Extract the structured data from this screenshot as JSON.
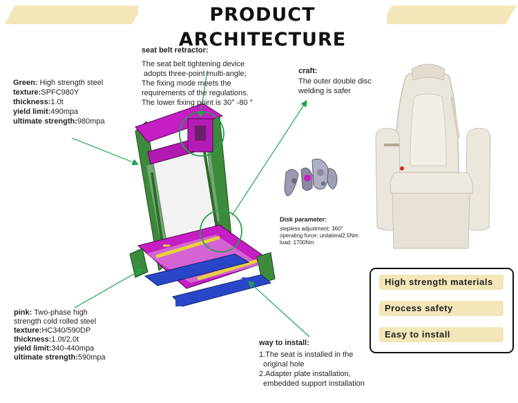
{
  "header": {
    "title": "PRODUCT ARCHITECTURE"
  },
  "retractor": {
    "title": "seat belt retractor:",
    "lines": [
      "The seat belt tightening device",
      " adopts three-point multi-angle;",
      "The fixing mode meets the",
      "requirements of the regulations.",
      "The lower fixing point is 30° -80 °"
    ]
  },
  "green": {
    "label": "Green:",
    "desc": "High strength steel",
    "texture_label": "texture:",
    "texture": "SPFC980Y",
    "thickness_label": "thickness:",
    "thickness": "1.0t",
    "yield_label": "yield limit:",
    "yield": "490mpa",
    "ultimate_label": "ultimate strength:",
    "ultimate": "980mpa"
  },
  "craft": {
    "title": "craft:",
    "lines": [
      "The outer double disc",
      "welding is safer"
    ]
  },
  "disk": {
    "title": "Disk parameter:",
    "lines": [
      "stepless adjustment:  360°",
      "operating force:  unilateral2.5Nm",
      "load:  1700Nm"
    ]
  },
  "pink": {
    "label": "pink:",
    "desc1": "Two-phase high",
    "desc2": "strength cold rolled steel",
    "texture_label": "texture:",
    "texture": "HC340/590DP",
    "thickness_label": "thickness:",
    "thickness": "1.0t/2.0t",
    "yield_label": "yield limit:",
    "yield": "340-440mpa",
    "ultimate_label": "ultimate strength:",
    "ultimate": "590mpa"
  },
  "install": {
    "title": "way to install:",
    "lines": [
      "1.The seat is installed in the",
      "  original hole",
      "2.Adapter plate installation,",
      "  embedded support installation"
    ]
  },
  "features": [
    "High strength materials",
    "Process safety",
    "Easy to install"
  ],
  "colors": {
    "accent": "#f3e6b8",
    "frame_green": "#2e7d32",
    "frame_pink": "#c41ec4",
    "arrow_green": "#1fa34a"
  }
}
